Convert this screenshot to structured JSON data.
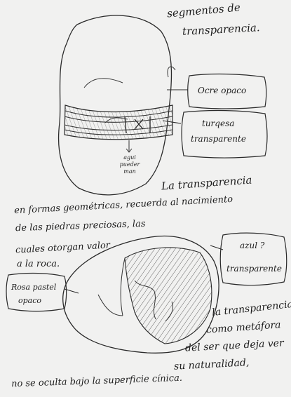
{
  "notes": {
    "header_line1": "segmentos de",
    "header_line2": "transparencia.",
    "top_label_1": "Ocre opaco",
    "top_label_2_line1": "turqesa",
    "top_label_2_line2": "transparente",
    "small_note_line1": "agui",
    "small_note_line2": "pueder",
    "small_note_line3": "man",
    "paragraph_line1": "La transparencia",
    "paragraph_line2": "en formas geométricas, recuerda al nacimiento",
    "paragraph_line3": "de las piedras preciosas, las",
    "paragraph_line4": "cuales otorgan valor",
    "paragraph_line5": "a la roca.",
    "bottom_label_right_line1": "azul ?",
    "bottom_label_right_line2": "transparente",
    "bottom_label_left_line1": "Rosa pastel",
    "bottom_label_left_line2": "opaco",
    "closing_line1": "la transparencia",
    "closing_line2": "como metáfora",
    "closing_line3": "del ser que deja ver",
    "closing_line4": "su naturalidad,",
    "closing_line5": "no se oculta bajo la superficie cínica."
  }
}
